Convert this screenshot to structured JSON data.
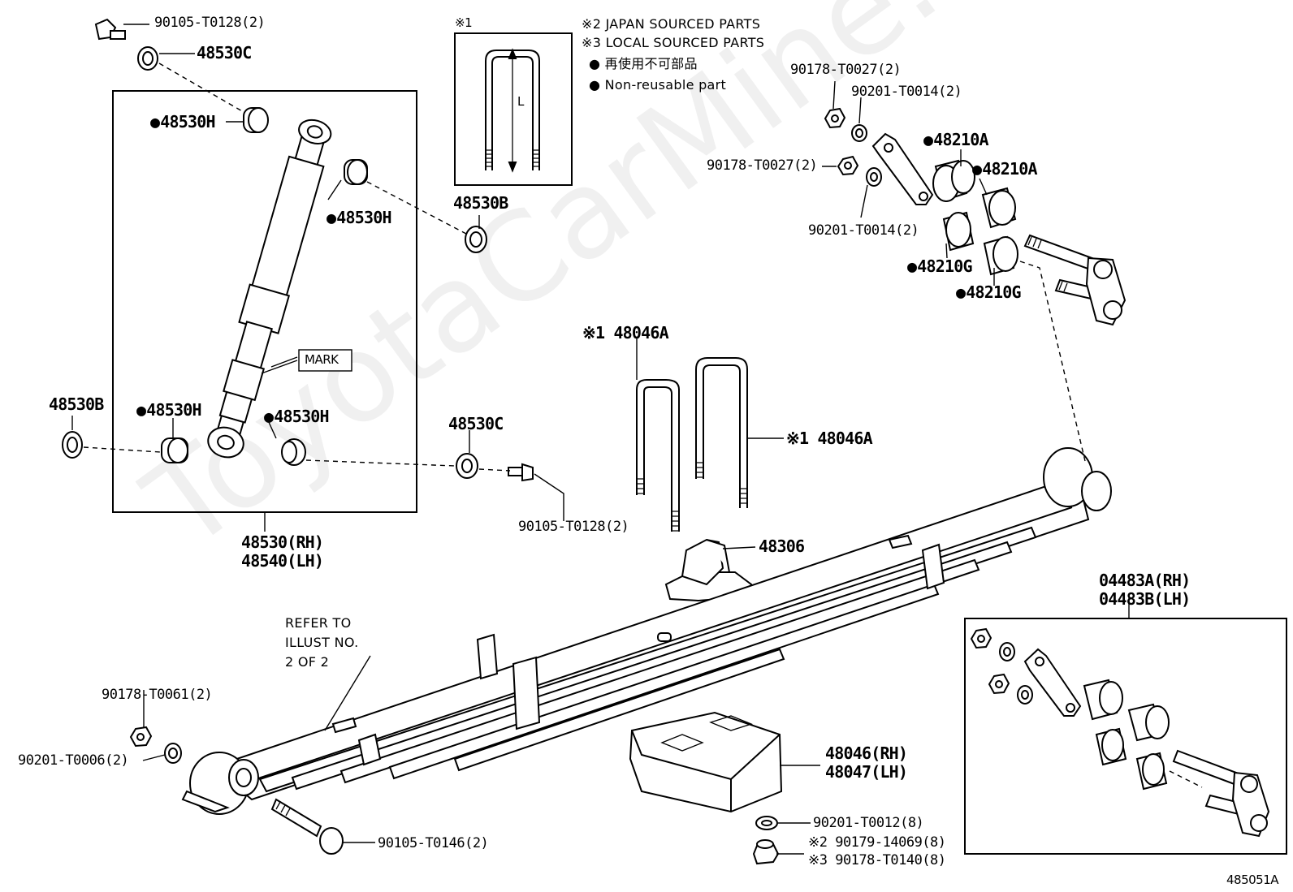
{
  "watermark": "ToyotaCarMine.ru",
  "notes": {
    "sym1_header": "※1",
    "japan_sourced": "※2 JAPAN SOURCED PARTS",
    "local_sourced": "※3 LOCAL SOURCED PARTS",
    "non_reusable_jp": "● 再使用不可部品",
    "non_reusable_en": "● Non-reusable part",
    "dimension_L": "L"
  },
  "labels": {
    "p90105_t0128_top": "90105-T0128(2)",
    "p48530c_top": "48530C",
    "p48530h_1": "48530H",
    "p48530h_2": "48530H",
    "p48530b_top": "48530B",
    "p48530b_left": "48530B",
    "p48530h_3": "48530H",
    "p48530h_4": "48530H",
    "mark": "MARK",
    "p48530c_mid": "48530C",
    "p90105_t0128_mid": "90105-T0128(2)",
    "p48530_rh": "48530(RH)",
    "p48540_lh": "48540(LH)",
    "p90178_t0027_a": "90178-T0027(2)",
    "p90201_t0014_a": "90201-T0014(2)",
    "p90178_t0027_b": "90178-T0027(2)",
    "p90201_t0014_b": "90201-T0014(2)",
    "p48210a_1": "48210A",
    "p48210a_2": "48210A",
    "p48210g_1": "48210G",
    "p48210g_2": "48210G",
    "p48046a_1": "※1 48046A",
    "p48046a_2": "※1 48046A",
    "p48306": "48306",
    "refer_1": "REFER TO",
    "refer_2": "ILLUST NO.",
    "refer_3": "2 OF 2",
    "p90178_t0061": "90178-T0061(2)",
    "p90201_t0006": "90201-T0006(2)",
    "p90105_t0146": "90105-T0146(2)",
    "p48046_rh": "48046(RH)",
    "p48047_lh": "48047(LH)",
    "p90201_t0012": "90201-T0012(8)",
    "p90179_14069": "※2 90179-14069(8)",
    "p90178_t0140": "※3 90178-T0140(8)",
    "p04483a_rh": "04483A(RH)",
    "p04483b_lh": "04483B(LH)",
    "illust_no": "485051A"
  }
}
